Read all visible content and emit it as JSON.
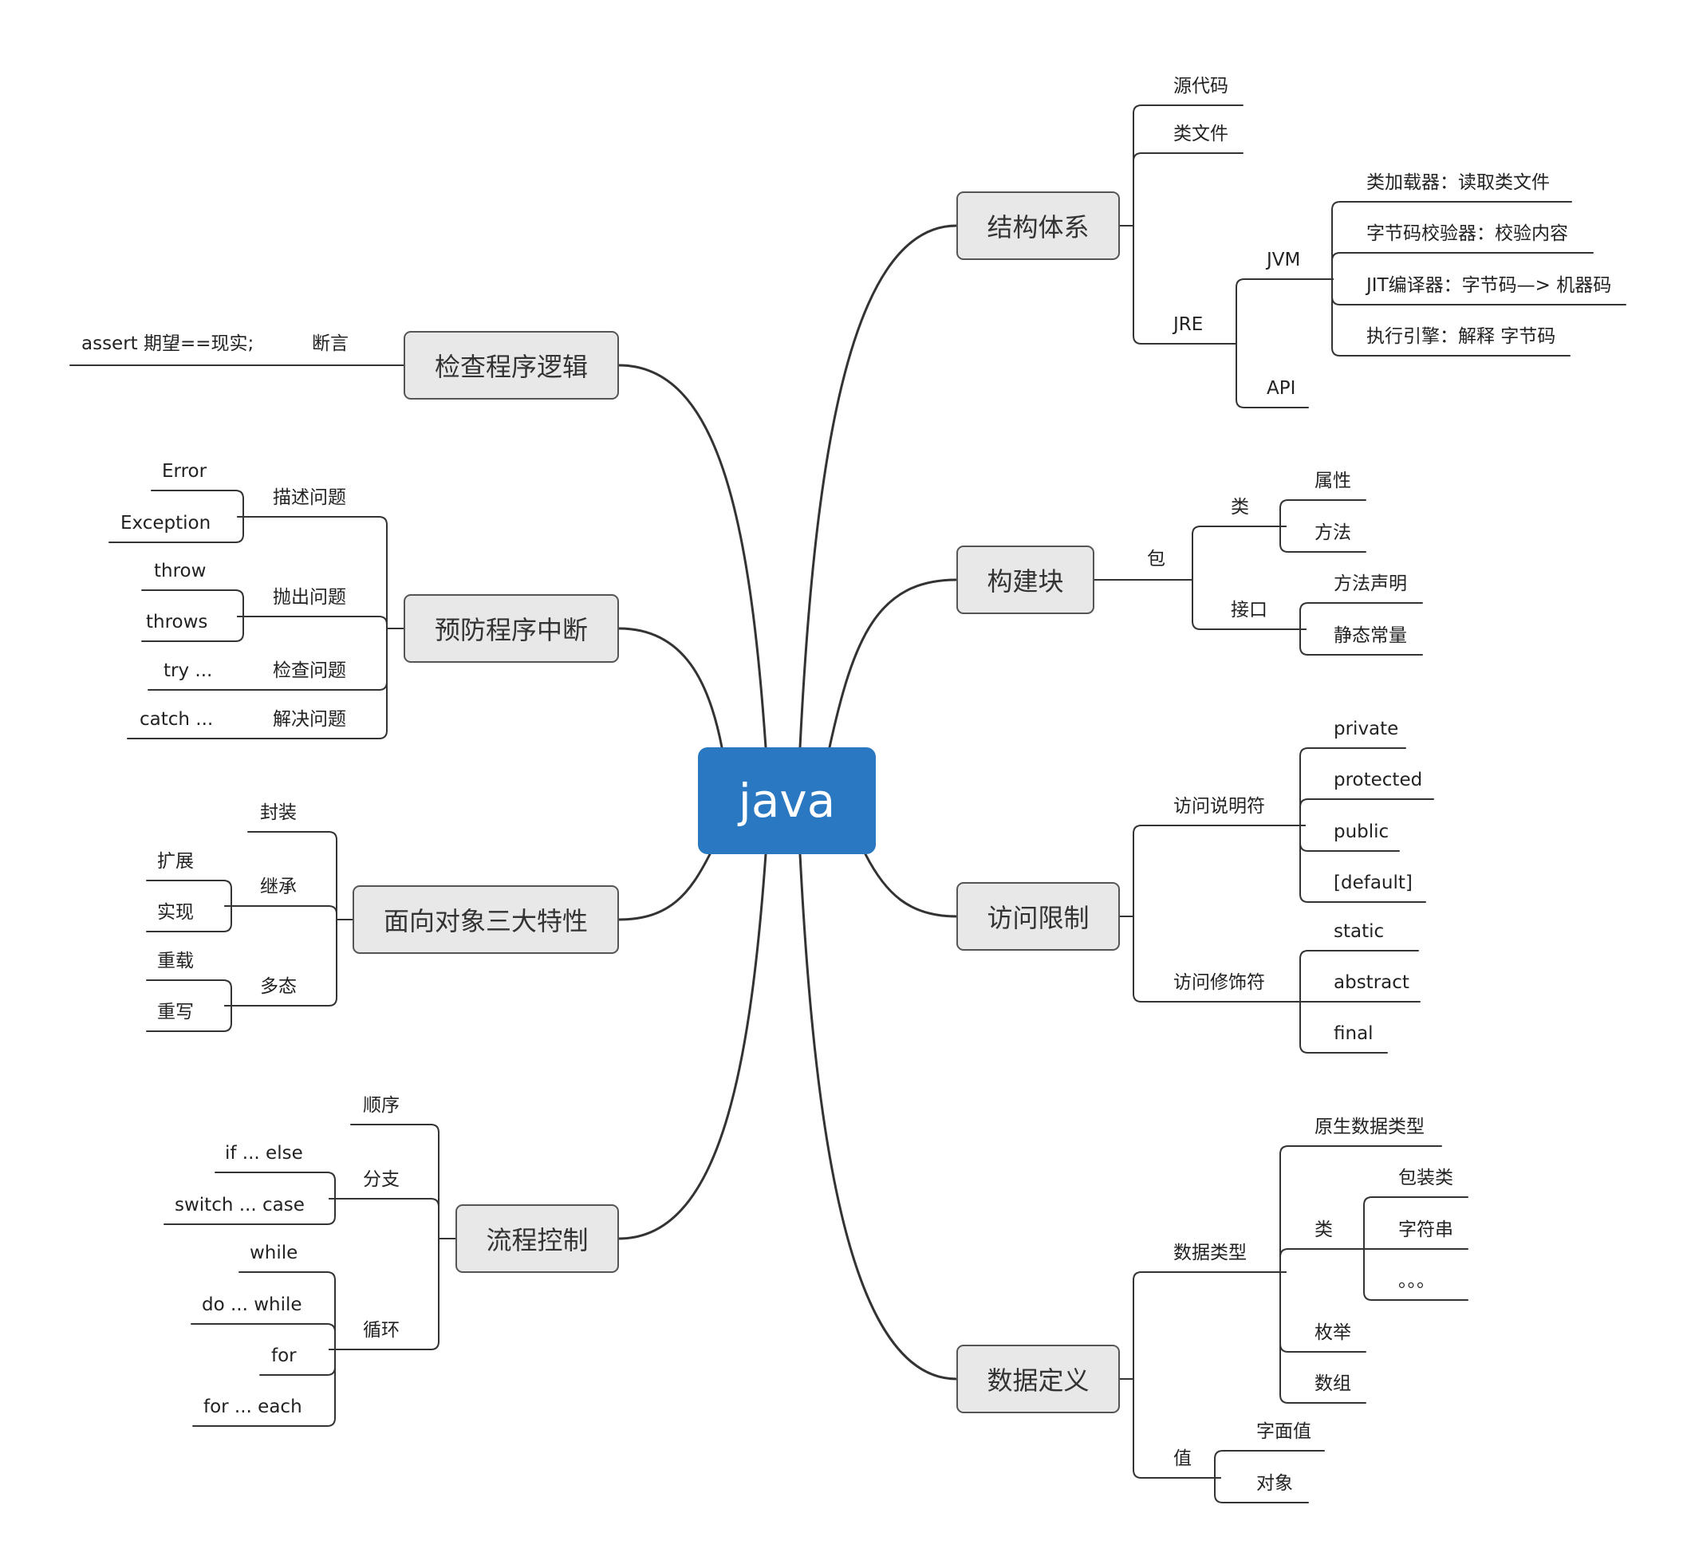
{
  "root": "java",
  "colors": {
    "root_fill": "#2a78c2",
    "topic_fill": "#e8e8e8",
    "line": "#333333"
  },
  "right": {
    "jiegou": {
      "label": "结构体系",
      "source": "源代码",
      "classfile": "类文件",
      "jre": {
        "label": "JRE",
        "jvm": {
          "label": "JVM",
          "items": [
            "类加载器：读取类文件",
            "字节码校验器：校验内容",
            "JIT编译器：字节码—> 机器码",
            "执行引擎：解释 字节码"
          ]
        },
        "api": "API"
      }
    },
    "goujian": {
      "label": "构建块",
      "bao": "包",
      "lei": {
        "label": "类",
        "items": [
          "属性",
          "方法"
        ]
      },
      "jiekou": {
        "label": "接口",
        "items": [
          "方法声明",
          "静态常量"
        ]
      }
    },
    "fangwen": {
      "label": "访问限制",
      "shuoming": {
        "label": "访问说明符",
        "items": [
          "private",
          "protected",
          "public",
          "[default]"
        ]
      },
      "xiushi": {
        "label": "访问修饰符",
        "items": [
          "static",
          "abstract",
          "final"
        ]
      }
    },
    "shuju": {
      "label": "数据定义",
      "leixing": {
        "label": "数据类型",
        "yuansheng": "原生数据类型",
        "lei": {
          "label": "类",
          "items": [
            "包装类",
            "字符串",
            "。。。"
          ]
        },
        "meiju": "枚举",
        "shuzu": "数组"
      },
      "zhi": {
        "label": "值",
        "items": [
          "字面值",
          "对象"
        ]
      }
    }
  },
  "left": {
    "jiancha": {
      "label": "检查程序逻辑",
      "duanyan": "断言",
      "assert": "assert 期望==现实;"
    },
    "yufang": {
      "label": "预防程序中断",
      "miaoshu": {
        "label": "描述问题",
        "items": [
          "Error",
          "Exception"
        ]
      },
      "paochu": {
        "label": "抛出问题",
        "items": [
          "throw",
          "throws"
        ]
      },
      "jianchawt": {
        "label": "检查问题",
        "item": "try ..."
      },
      "jiejue": {
        "label": "解决问题",
        "item": "catch ..."
      }
    },
    "mianxiang": {
      "label": "面向对象三大特性",
      "fengzhuang": "封装",
      "jicheng": {
        "label": "继承",
        "items": [
          "扩展",
          "实现"
        ]
      },
      "duotai": {
        "label": "多态",
        "items": [
          "重载",
          "重写"
        ]
      }
    },
    "liucheng": {
      "label": "流程控制",
      "shunxu": "顺序",
      "fenzhi": {
        "label": "分支",
        "items": [
          "if ... else",
          "switch ... case"
        ]
      },
      "xunhuan": {
        "label": "循环",
        "items": [
          "while",
          "do ... while",
          "for",
          "for ... each"
        ]
      }
    }
  }
}
